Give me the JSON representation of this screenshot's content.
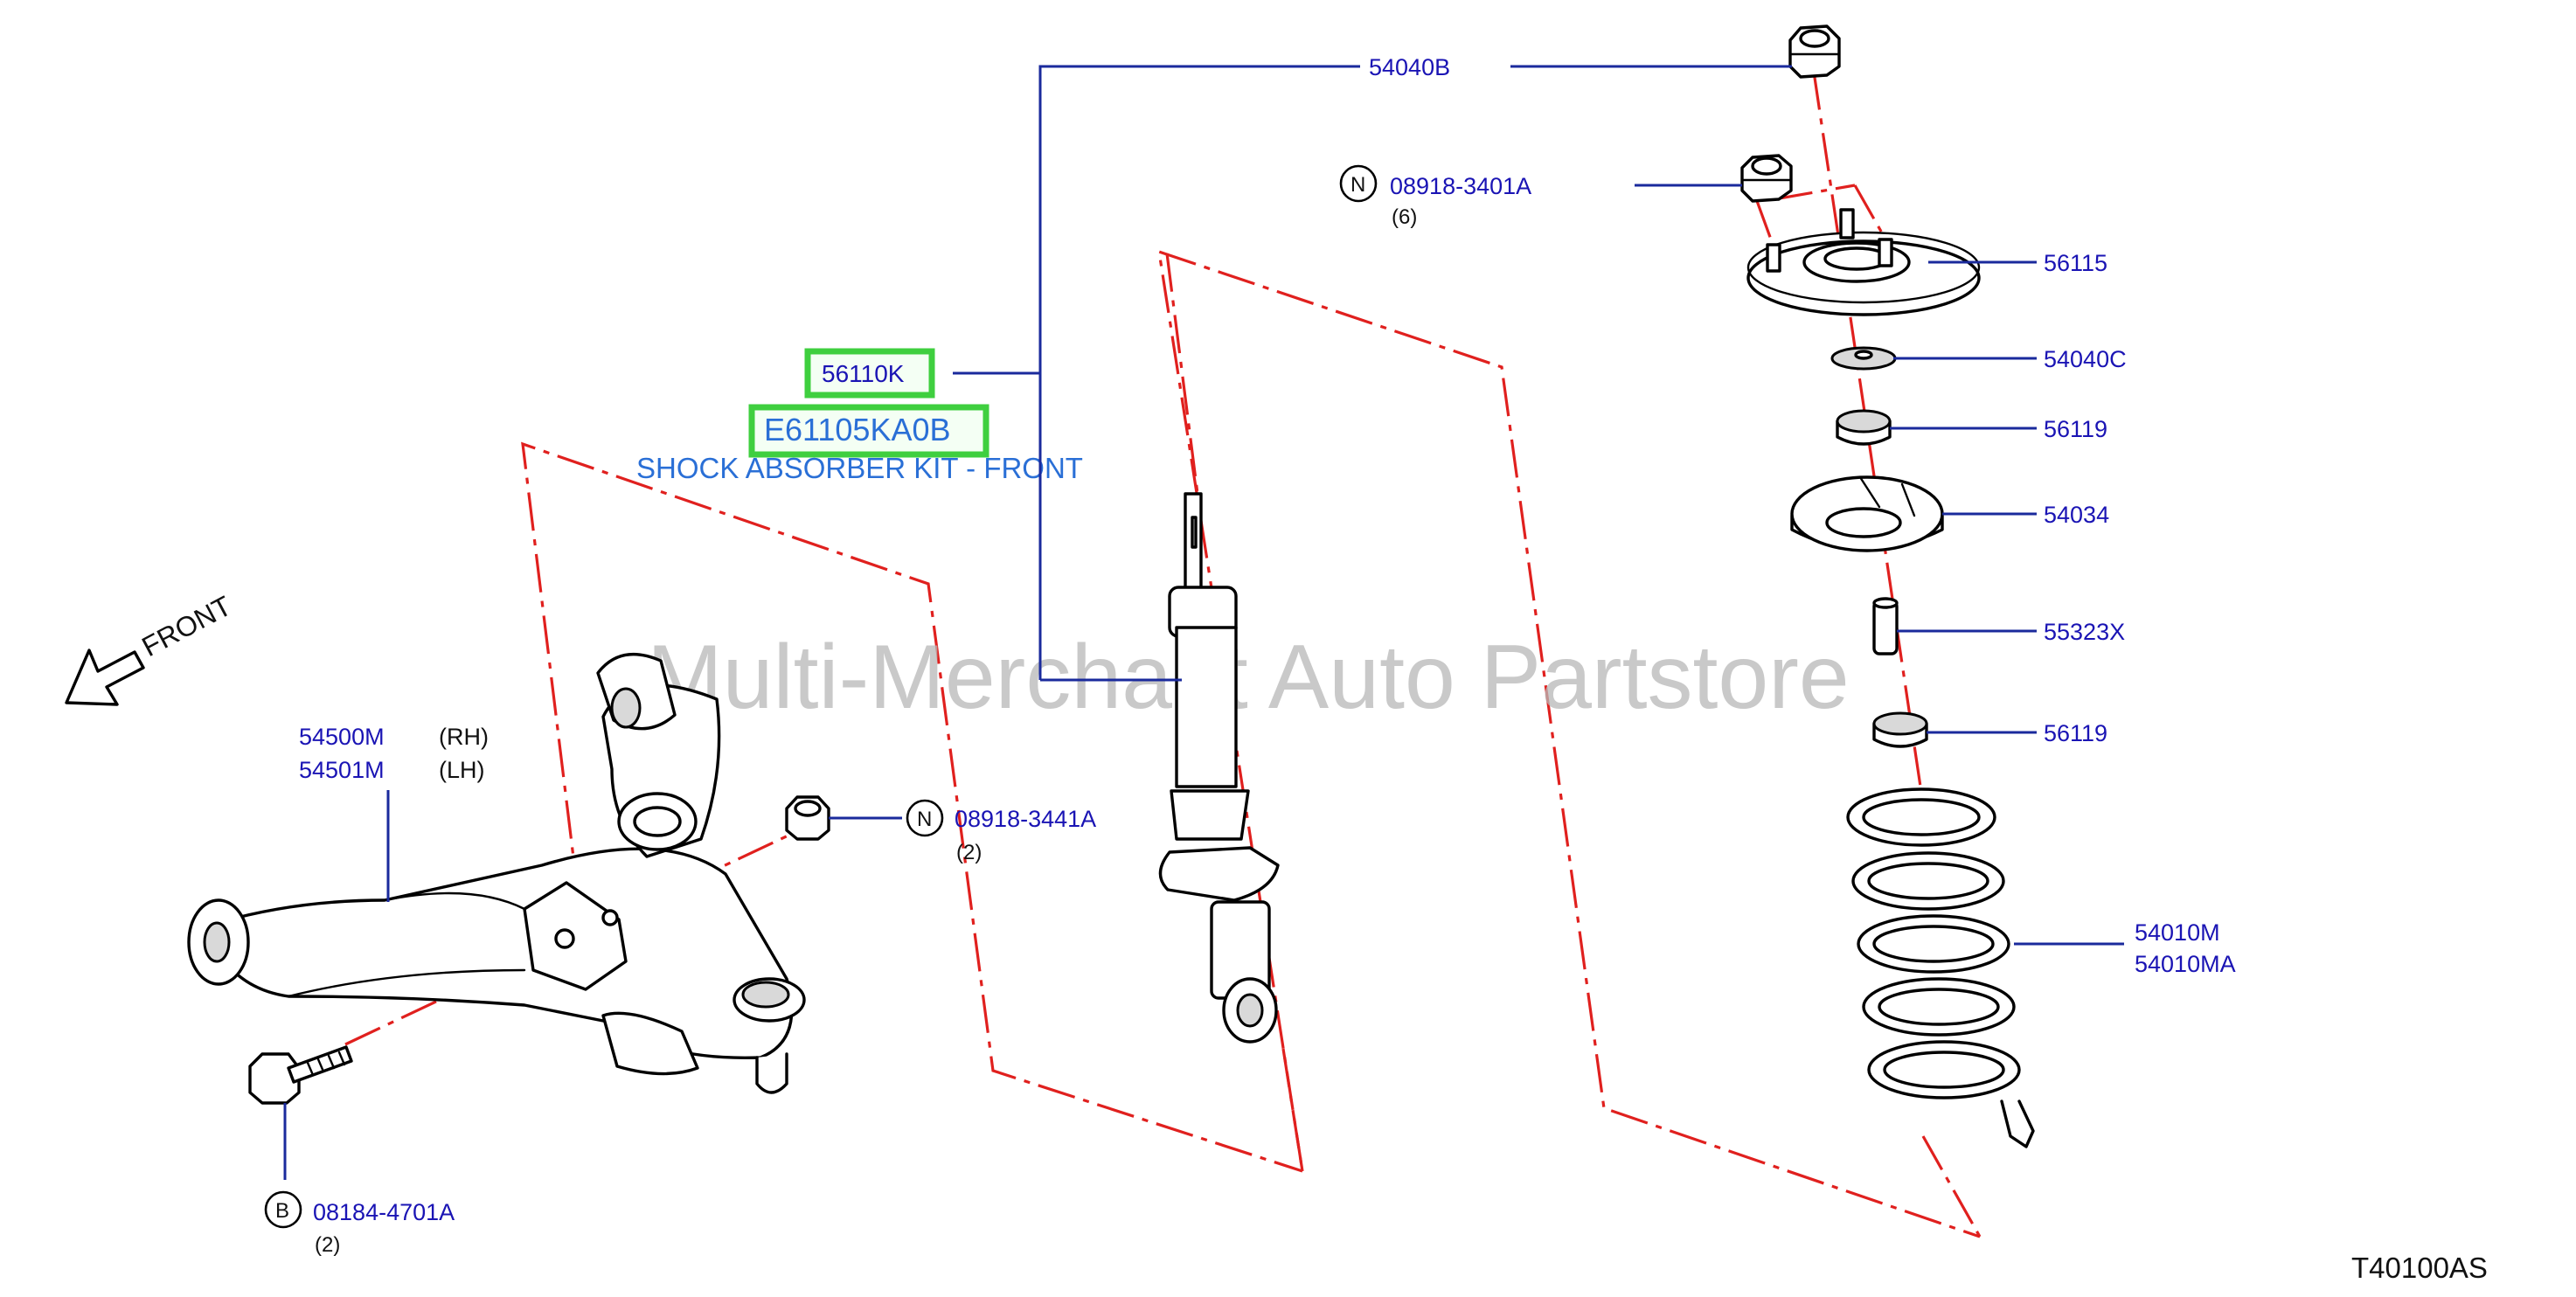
{
  "watermark": "Multi-Merchant Auto Partstore",
  "diagram_code": "T40100AS",
  "direction_label": "FRONT",
  "kit": {
    "part_number": "56110K",
    "kit_number": "E61105KA0B",
    "kit_name": "SHOCK ABSORBER KIT - FRONT",
    "highlight_color": "#3fcf3f"
  },
  "callouts": {
    "c54040B": {
      "number": "54040B"
    },
    "c08918_3401A": {
      "badge": "N",
      "number": "08918-3401A",
      "qty": "(6)"
    },
    "c56115": {
      "number": "56115"
    },
    "c54040C": {
      "number": "54040C"
    },
    "c56119_top": {
      "number": "56119"
    },
    "c54034": {
      "number": "54034"
    },
    "c55323X": {
      "number": "55323X"
    },
    "c56119_bottom": {
      "number": "56119"
    },
    "c54010": {
      "number_1": "54010M",
      "number_2": "54010MA"
    },
    "c54500": {
      "number_rh": "54500M",
      "side_rh": "(RH)",
      "number_lh": "54501M",
      "side_lh": "(LH)"
    },
    "c08918_3441A": {
      "badge": "N",
      "number": "08918-3441A",
      "qty": "(2)"
    },
    "c08184_4701A": {
      "badge": "B",
      "number": "08184-4701A",
      "qty": "(2)"
    }
  },
  "colors": {
    "part_number_text": "#1a14b4",
    "leader_line": "#1a2a9c",
    "phantom_line": "#e0201e",
    "kit_text": "#2a6fd6",
    "watermark": "#b8b8b8"
  }
}
